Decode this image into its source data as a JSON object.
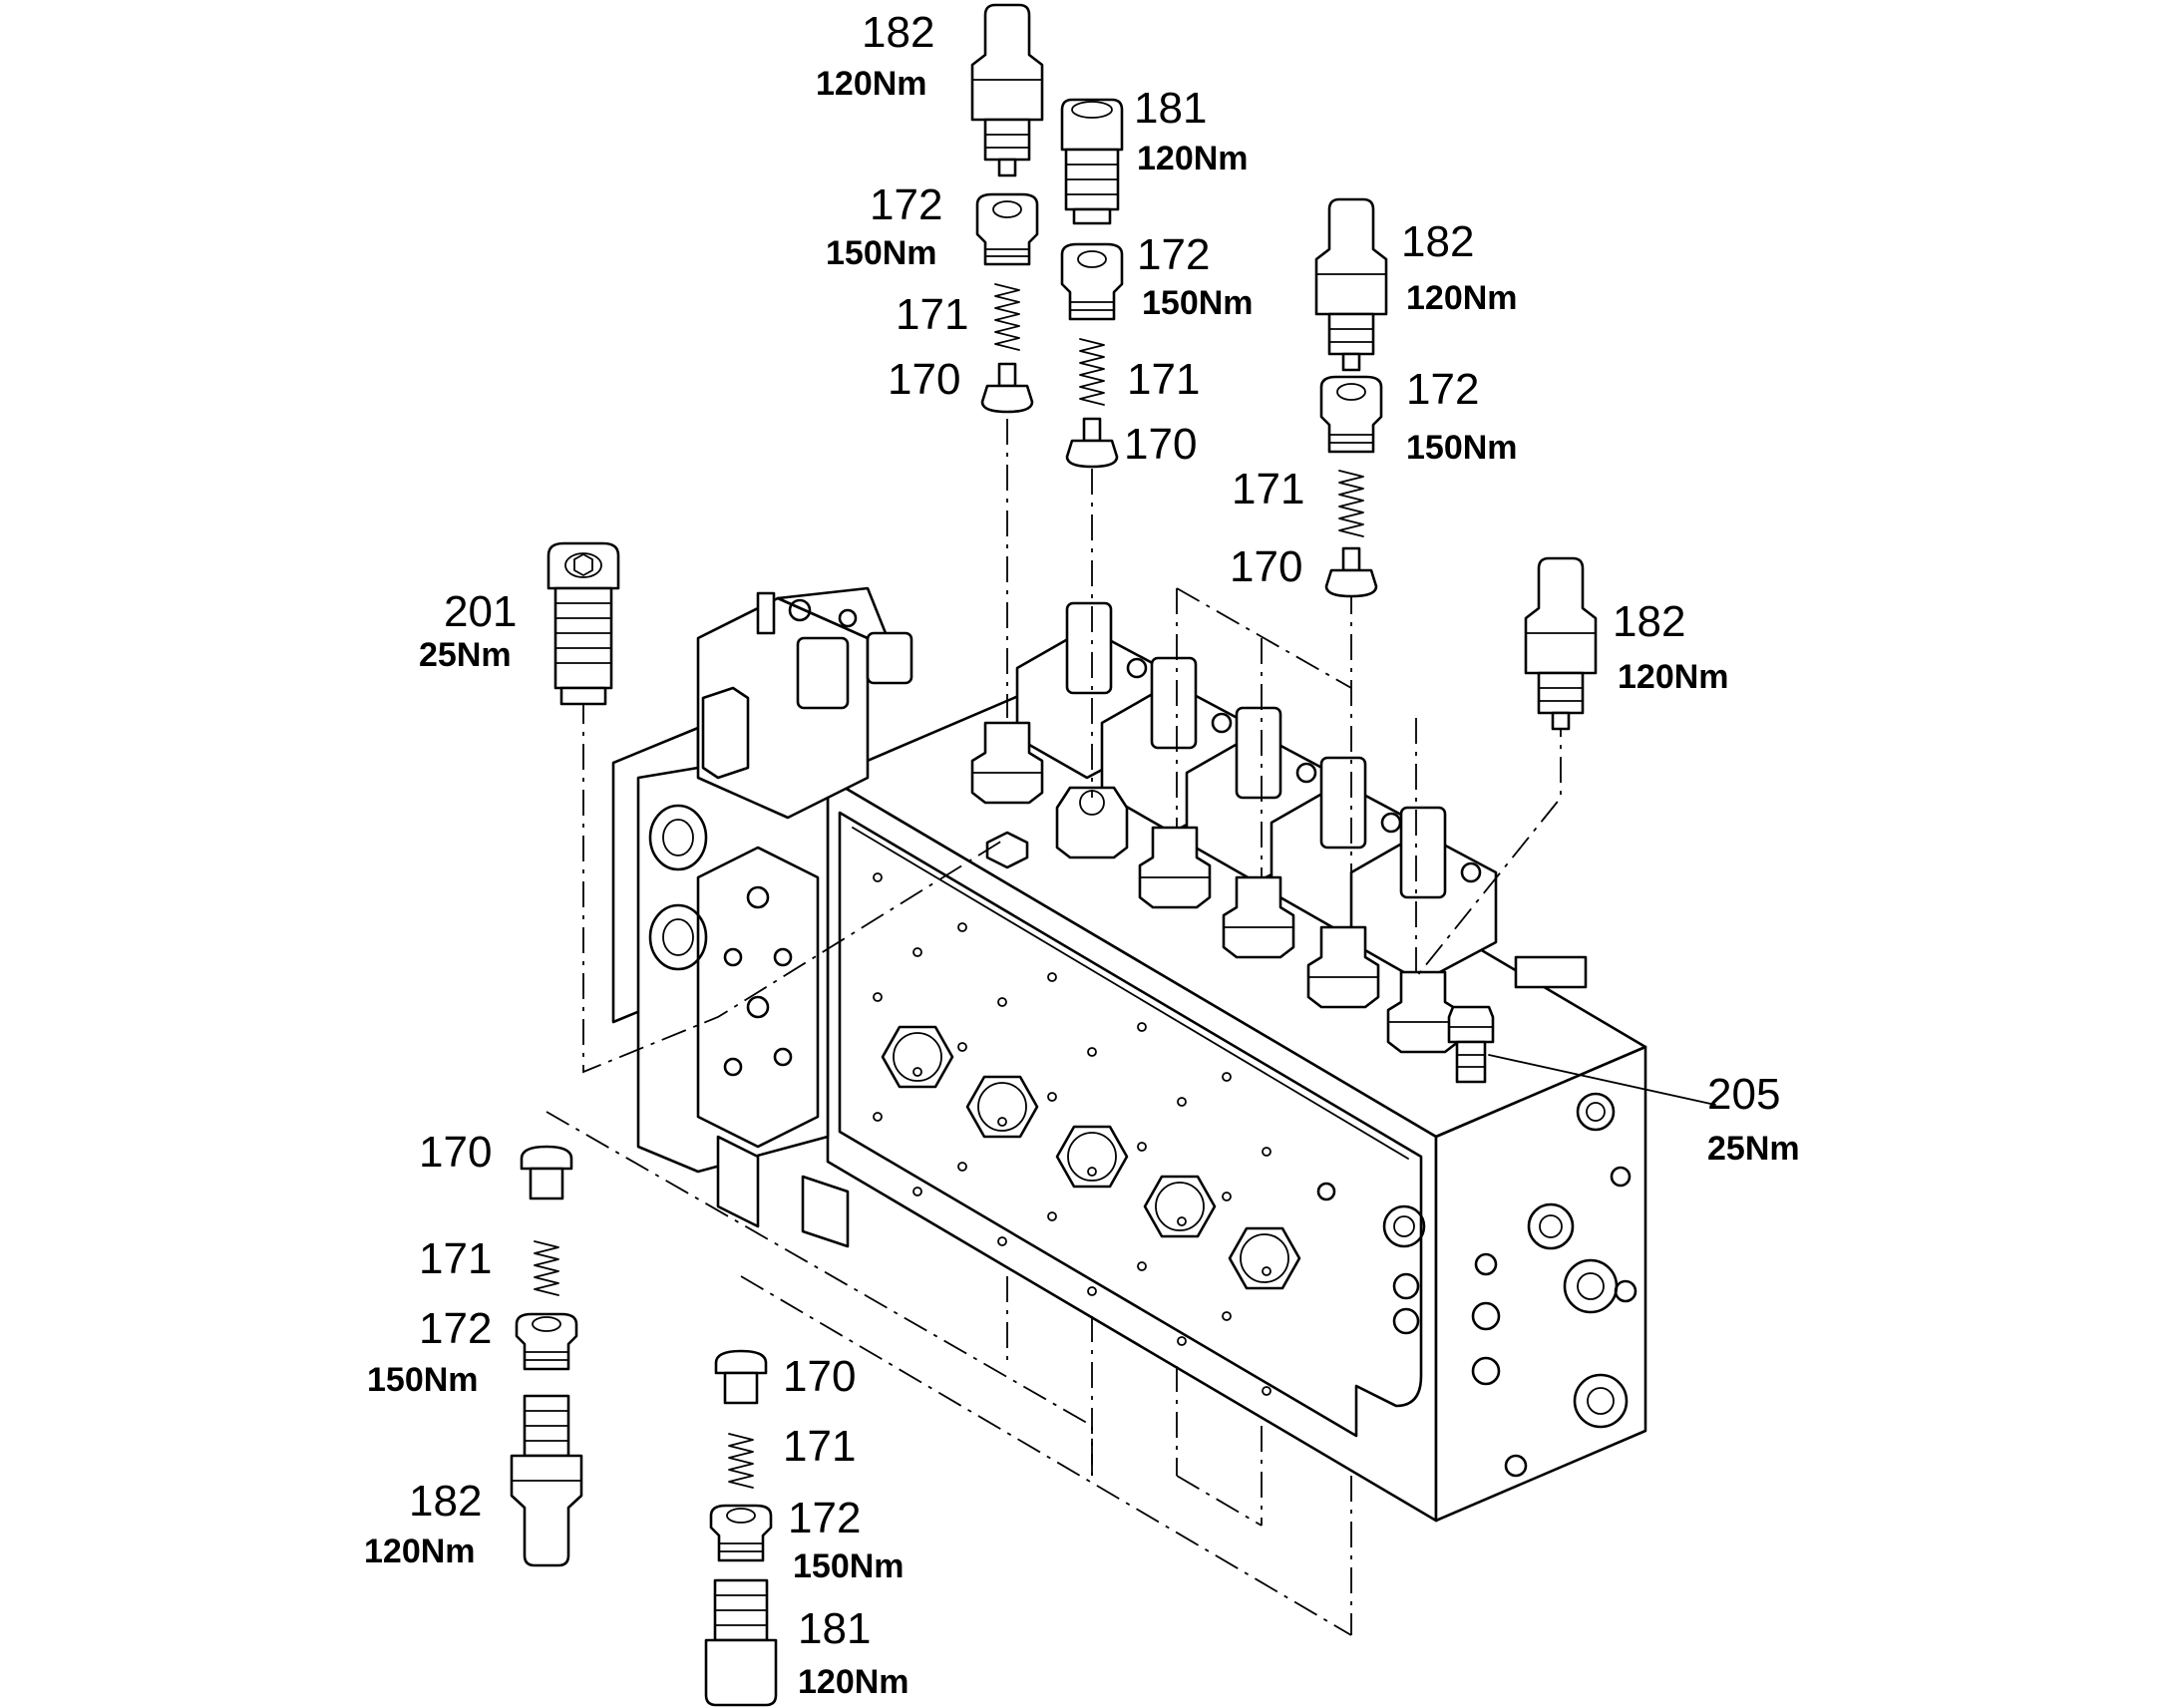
{
  "callouts": [
    {
      "part": "182",
      "torque": "120Nm"
    },
    {
      "part": "181",
      "torque": "120Nm"
    },
    {
      "part": "172",
      "torque": "150Nm"
    },
    {
      "part": "172",
      "torque": "150Nm"
    },
    {
      "part": "171",
      "torque": ""
    },
    {
      "part": "170",
      "torque": ""
    },
    {
      "part": "171",
      "torque": ""
    },
    {
      "part": "170",
      "torque": ""
    },
    {
      "part": "182",
      "torque": "120Nm"
    },
    {
      "part": "172",
      "torque": "150Nm"
    },
    {
      "part": "171",
      "torque": ""
    },
    {
      "part": "170",
      "torque": ""
    },
    {
      "part": "201",
      "torque": "25Nm"
    },
    {
      "part": "182",
      "torque": "120Nm"
    },
    {
      "part": "205",
      "torque": "25Nm"
    },
    {
      "part": "170",
      "torque": ""
    },
    {
      "part": "171",
      "torque": ""
    },
    {
      "part": "172",
      "torque": "150Nm"
    },
    {
      "part": "182",
      "torque": "120Nm"
    },
    {
      "part": "170",
      "torque": ""
    },
    {
      "part": "171",
      "torque": ""
    },
    {
      "part": "172",
      "torque": "150Nm"
    },
    {
      "part": "181",
      "torque": "120Nm"
    }
  ]
}
